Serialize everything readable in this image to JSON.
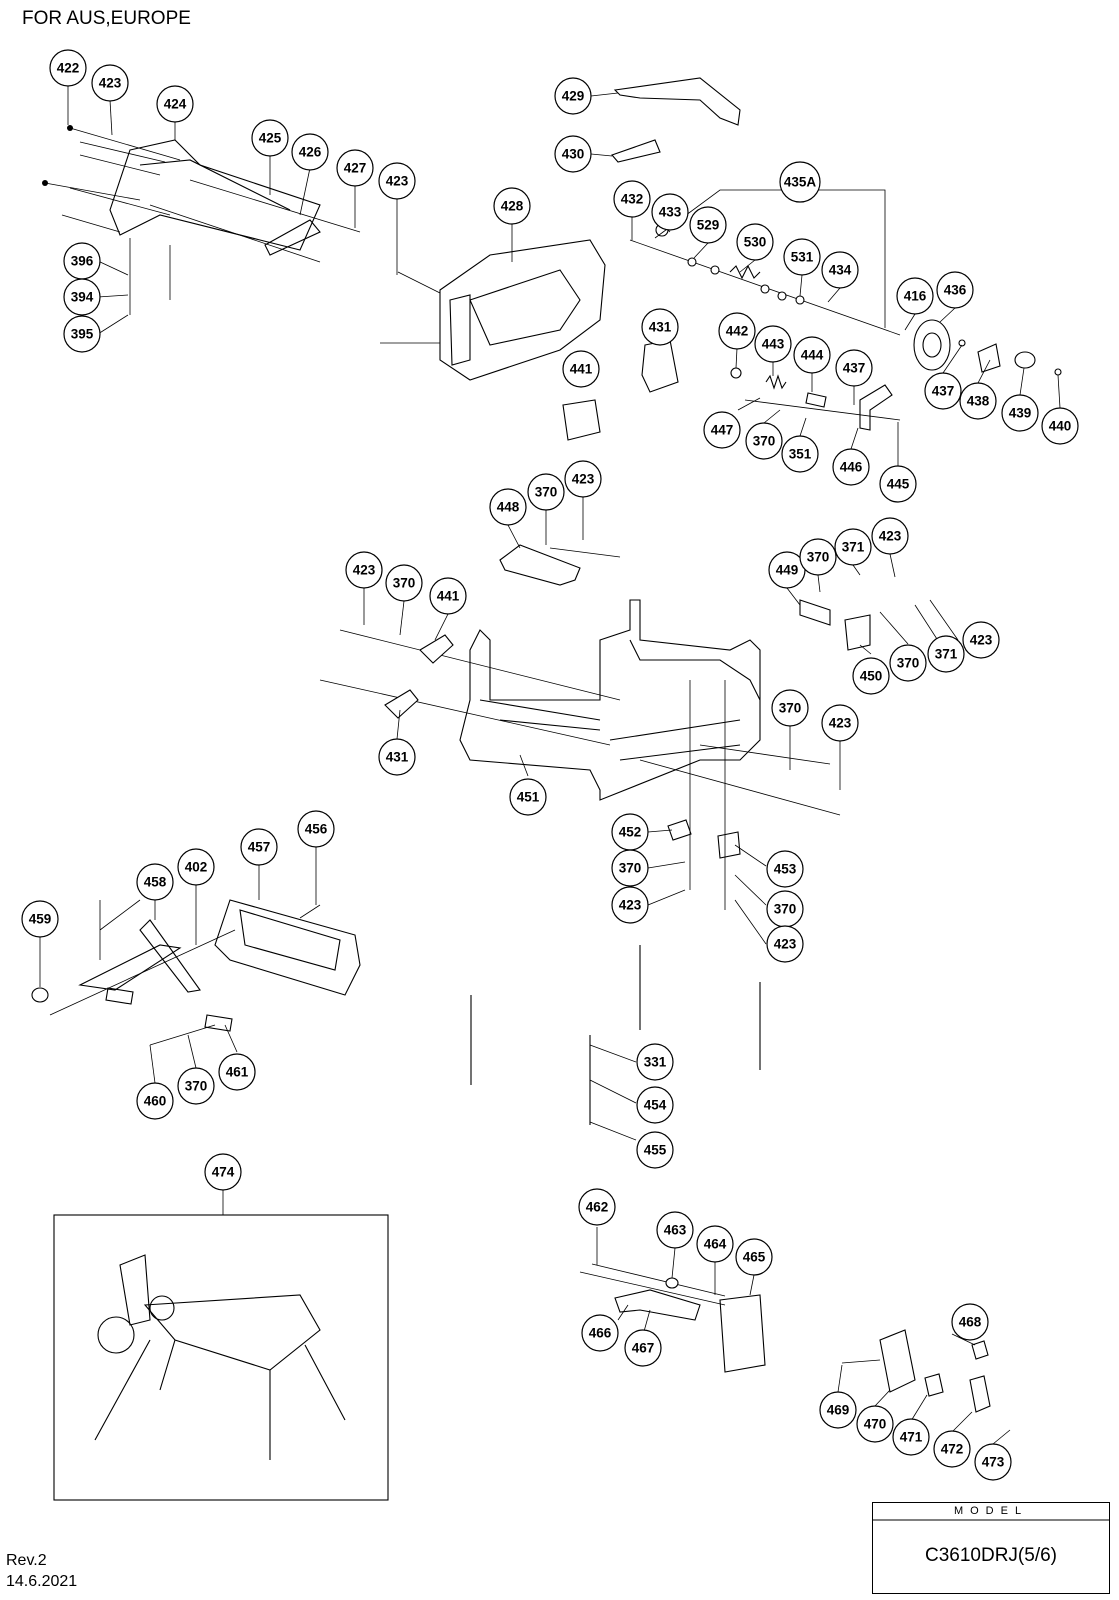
{
  "header": {
    "region": "FOR AUS,EUROPE"
  },
  "footer": {
    "revision": "Rev.2",
    "date": "14.6.2021"
  },
  "model_box": {
    "caption": "MODEL",
    "value": "C3610DRJ(5/6)"
  },
  "callouts": [
    {
      "id": "c422",
      "label": "422"
    },
    {
      "id": "c423a",
      "label": "423"
    },
    {
      "id": "c424",
      "label": "424"
    },
    {
      "id": "c425",
      "label": "425"
    },
    {
      "id": "c426",
      "label": "426"
    },
    {
      "id": "c427",
      "label": "427"
    },
    {
      "id": "c423b",
      "label": "423"
    },
    {
      "id": "c396",
      "label": "396"
    },
    {
      "id": "c394",
      "label": "394"
    },
    {
      "id": "c395",
      "label": "395"
    },
    {
      "id": "c428",
      "label": "428"
    },
    {
      "id": "c429",
      "label": "429"
    },
    {
      "id": "c430",
      "label": "430"
    },
    {
      "id": "c435A",
      "label": "435A"
    },
    {
      "id": "c432",
      "label": "432"
    },
    {
      "id": "c433",
      "label": "433"
    },
    {
      "id": "c529",
      "label": "529"
    },
    {
      "id": "c530",
      "label": "530"
    },
    {
      "id": "c531",
      "label": "531"
    },
    {
      "id": "c434",
      "label": "434"
    },
    {
      "id": "c416",
      "label": "416"
    },
    {
      "id": "c436",
      "label": "436"
    },
    {
      "id": "c431a",
      "label": "431"
    },
    {
      "id": "c442",
      "label": "442"
    },
    {
      "id": "c443",
      "label": "443"
    },
    {
      "id": "c444",
      "label": "444"
    },
    {
      "id": "c437a",
      "label": "437"
    },
    {
      "id": "c441a",
      "label": "441"
    },
    {
      "id": "c437b",
      "label": "437"
    },
    {
      "id": "c438",
      "label": "438"
    },
    {
      "id": "c439",
      "label": "439"
    },
    {
      "id": "c440",
      "label": "440"
    },
    {
      "id": "c447",
      "label": "447"
    },
    {
      "id": "c370a",
      "label": "370"
    },
    {
      "id": "c351",
      "label": "351"
    },
    {
      "id": "c446",
      "label": "446"
    },
    {
      "id": "c445",
      "label": "445"
    },
    {
      "id": "c448",
      "label": "448"
    },
    {
      "id": "c370b",
      "label": "370"
    },
    {
      "id": "c423c",
      "label": "423"
    },
    {
      "id": "c449",
      "label": "449"
    },
    {
      "id": "c370c",
      "label": "370"
    },
    {
      "id": "c371a",
      "label": "371"
    },
    {
      "id": "c423d",
      "label": "423"
    },
    {
      "id": "c423e",
      "label": "423"
    },
    {
      "id": "c370d",
      "label": "370"
    },
    {
      "id": "c441b",
      "label": "441"
    },
    {
      "id": "c423f",
      "label": "423"
    },
    {
      "id": "c450",
      "label": "450"
    },
    {
      "id": "c370e",
      "label": "370"
    },
    {
      "id": "c371b",
      "label": "371"
    },
    {
      "id": "c370f",
      "label": "370"
    },
    {
      "id": "c423g",
      "label": "423"
    },
    {
      "id": "c431b",
      "label": "431"
    },
    {
      "id": "c451",
      "label": "451"
    },
    {
      "id": "c452",
      "label": "452"
    },
    {
      "id": "c370g",
      "label": "370"
    },
    {
      "id": "c453",
      "label": "453"
    },
    {
      "id": "c423h",
      "label": "423"
    },
    {
      "id": "c370h",
      "label": "370"
    },
    {
      "id": "c423i",
      "label": "423"
    },
    {
      "id": "c456",
      "label": "456"
    },
    {
      "id": "c457",
      "label": "457"
    },
    {
      "id": "c458",
      "label": "458"
    },
    {
      "id": "c402",
      "label": "402"
    },
    {
      "id": "c459",
      "label": "459"
    },
    {
      "id": "c461",
      "label": "461"
    },
    {
      "id": "c370i",
      "label": "370"
    },
    {
      "id": "c460",
      "label": "460"
    },
    {
      "id": "c331",
      "label": "331"
    },
    {
      "id": "c454",
      "label": "454"
    },
    {
      "id": "c455",
      "label": "455"
    },
    {
      "id": "c474",
      "label": "474"
    },
    {
      "id": "c462",
      "label": "462"
    },
    {
      "id": "c463",
      "label": "463"
    },
    {
      "id": "c464",
      "label": "464"
    },
    {
      "id": "c465",
      "label": "465"
    },
    {
      "id": "c466",
      "label": "466"
    },
    {
      "id": "c467",
      "label": "467"
    },
    {
      "id": "c468",
      "label": "468"
    },
    {
      "id": "c469",
      "label": "469"
    },
    {
      "id": "c470",
      "label": "470"
    },
    {
      "id": "c471",
      "label": "471"
    },
    {
      "id": "c472",
      "label": "472"
    },
    {
      "id": "c473",
      "label": "473"
    }
  ]
}
